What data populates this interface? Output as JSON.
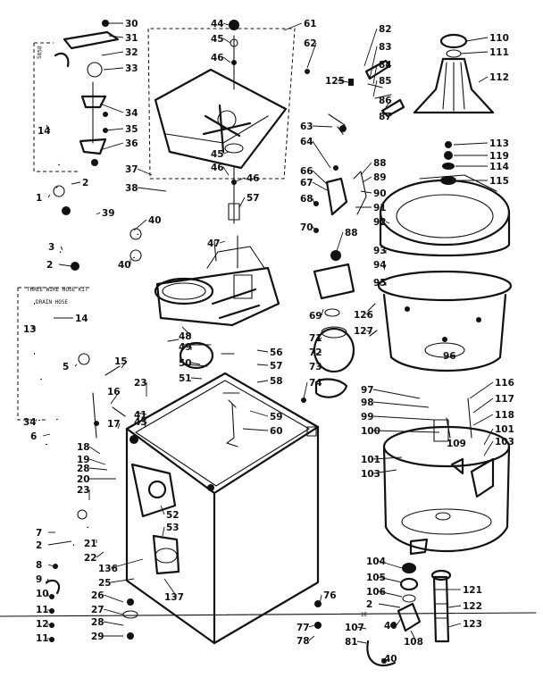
{
  "diagram": {
    "notes": [
      "5850",
      "THREE WIRE HOSE KIT",
      "DRAIN HOSE",
      "2E"
    ],
    "callouts": [
      "30",
      "31",
      "32",
      "33",
      "34",
      "35",
      "36",
      "14",
      "2",
      "1",
      "39",
      "40",
      "3",
      "2",
      "40",
      "37",
      "38",
      "44",
      "45",
      "46",
      "61",
      "62",
      "46",
      "45",
      "46",
      "57",
      "47",
      "48",
      "49",
      "50",
      "51",
      "125",
      "63",
      "64",
      "66",
      "67",
      "68",
      "70",
      "69",
      "71",
      "72",
      "73",
      "74",
      "56",
      "57",
      "58",
      "59",
      "60",
      "82",
      "83",
      "84",
      "85",
      "86",
      "87",
      "88",
      "89",
      "90",
      "91",
      "92",
      "93",
      "94",
      "95",
      "126",
      "127",
      "88",
      "110",
      "111",
      "112",
      "113",
      "119",
      "114",
      "115",
      "96",
      "116",
      "117",
      "118",
      "101",
      "103",
      "97",
      "98",
      "99",
      "100",
      "101",
      "103",
      "109",
      "13",
      "14",
      "5",
      "34",
      "6",
      "18",
      "19",
      "15",
      "16",
      "23",
      "41",
      "43",
      "17",
      "28",
      "20",
      "23",
      "7",
      "2",
      "21",
      "22",
      "8",
      "9",
      "10",
      "11",
      "12",
      "11",
      "26",
      "27",
      "28",
      "29",
      "136",
      "25",
      "137",
      "52",
      "53",
      "76",
      "77",
      "78",
      "104",
      "105",
      "106",
      "2",
      "107",
      "81",
      "40",
      "40",
      "108",
      "121",
      "122",
      "123"
    ]
  }
}
